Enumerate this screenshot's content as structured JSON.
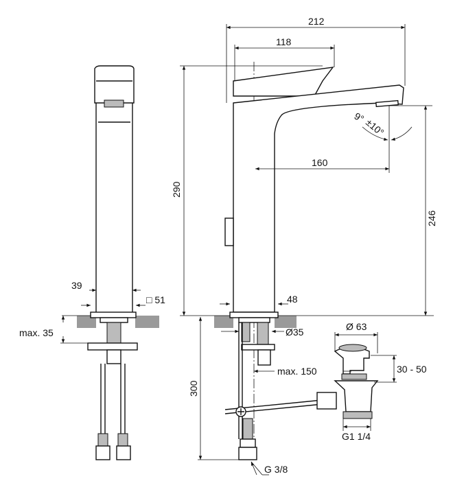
{
  "dimensions": {
    "overall_width": "212",
    "lever_width": "118",
    "total_height": "290",
    "spout_height": "246",
    "spout_reach": "160",
    "angle_tilt": "9°",
    "angle_range": "±10°",
    "body_width": "39",
    "base_square": "□ 51",
    "max_thickness": "max. 35",
    "base_diameter": "48",
    "hole_diameter": "Ø35",
    "hose_length": "300",
    "drain_diameter": "Ø 63",
    "drain_height": "30 - 50",
    "drain_distance": "max. 150",
    "drain_thread": "G1 1/4",
    "hose_thread": "G 3/8"
  }
}
